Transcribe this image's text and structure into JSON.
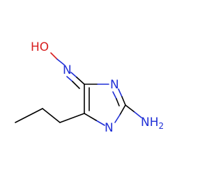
{
  "molecule": {
    "atoms": {
      "hydroxyl": "HO",
      "oxime_n": "N",
      "ring_n_top": "N",
      "ring_n_bottom": "N",
      "amine_main": "NH",
      "amine_sub": "2"
    }
  },
  "colors": {
    "carbon_bond": "#000000",
    "nitrogen": "#1f2fd6",
    "oxygen": "#d81f1f",
    "background": "#ffffff"
  }
}
